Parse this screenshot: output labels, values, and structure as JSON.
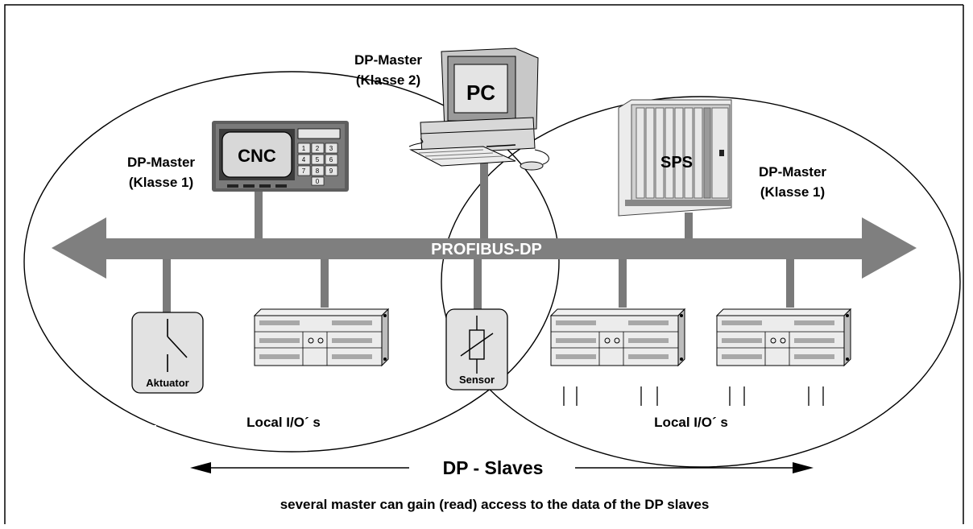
{
  "title": "",
  "bus": {
    "label": "PROFIBUS-DP"
  },
  "masters": {
    "cnc": {
      "role": "DP-Master",
      "class": "(Klasse 1)",
      "device_label": "CNC",
      "keypad": [
        "1",
        "2",
        "3",
        "4",
        "5",
        "6",
        "7",
        "8",
        "9",
        "0"
      ]
    },
    "pc": {
      "role": "DP-Master",
      "class": "(Klasse 2)",
      "device_label": "PC"
    },
    "sps": {
      "role": "DP-Master",
      "class": "(Klasse 1)",
      "device_label": "SPS"
    }
  },
  "slaves": {
    "actuator_label": "Aktuator",
    "sensor_label": "Sensor",
    "local_io_left": "Local I/O´ s",
    "local_io_right": "Local I/O´ s"
  },
  "footer": {
    "slaves_heading": "DP - Slaves",
    "caption": "several master can gain (read) access to the data of the DP slaves"
  },
  "colors": {
    "bus_gray": "#7f7f7f",
    "stem_gray": "#7a7a7a",
    "device_light": "#e8e8e8",
    "device_mid": "#bdbdbd",
    "device_dark": "#5a5a5a"
  }
}
